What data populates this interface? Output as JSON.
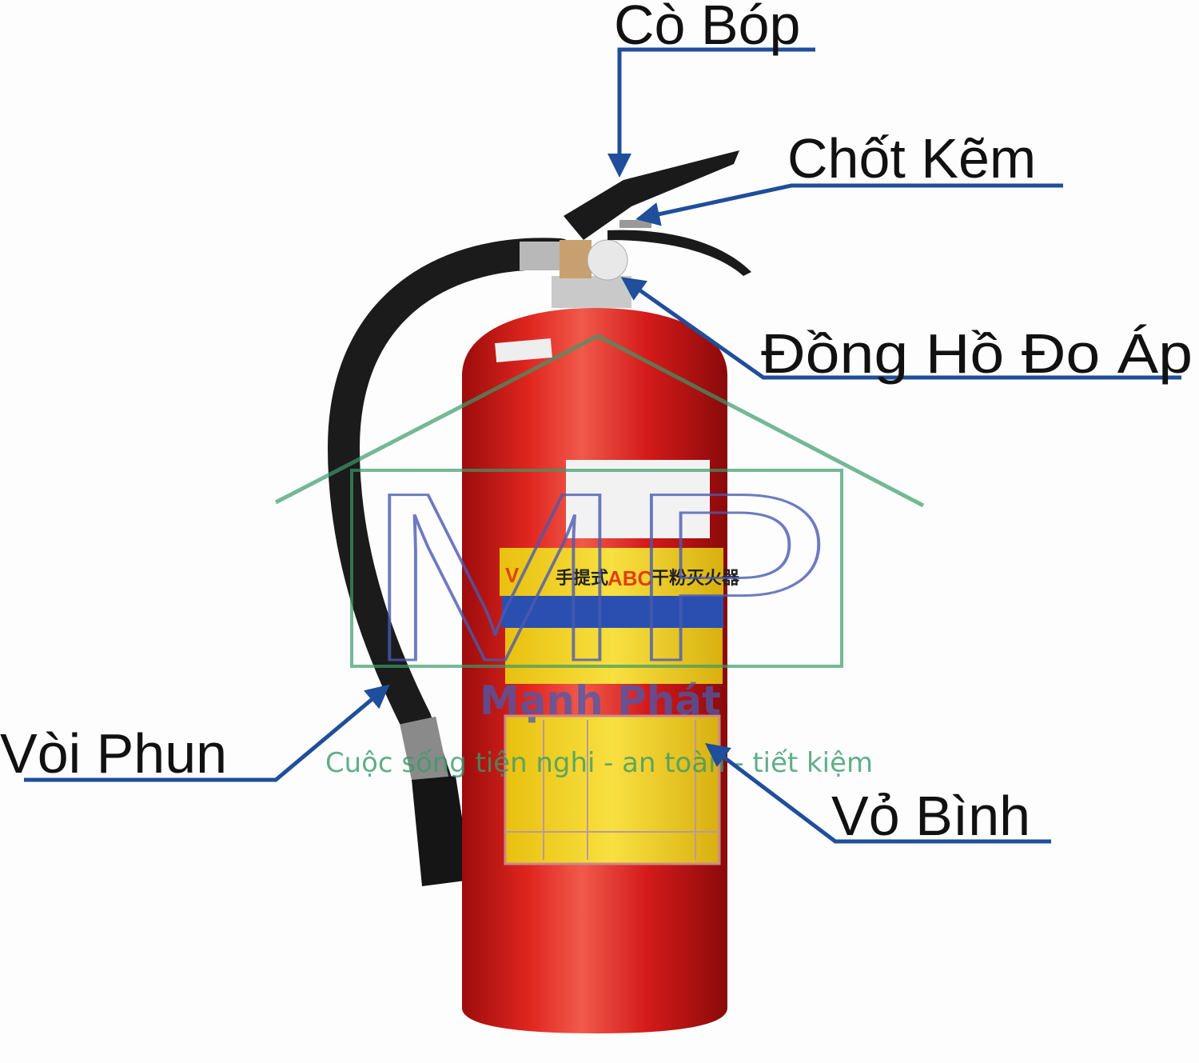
{
  "labels": {
    "trigger": "Cò Bóp",
    "pin": "Chốt Kẽm",
    "gauge": "Đồng Hồ Đo Áp",
    "hose": "Vòi Phun",
    "body": "Vỏ Bình"
  },
  "product_label": {
    "chinese_title_left": "手提式",
    "type": "ABC",
    "chinese_title_right": "干粉灭火器"
  },
  "watermark": {
    "logo": "MP",
    "brand": "Mạnh Phát",
    "slogan": "Cuộc sống tiện nghi - an toàn - tiết kiệm"
  },
  "colors": {
    "callout": "#1f4e9a",
    "cylinder": "#d41a1a",
    "label_yellow": "#f2d21a",
    "watermark_green": "#3a9a6a",
    "watermark_blue": "#4a5ab0"
  }
}
